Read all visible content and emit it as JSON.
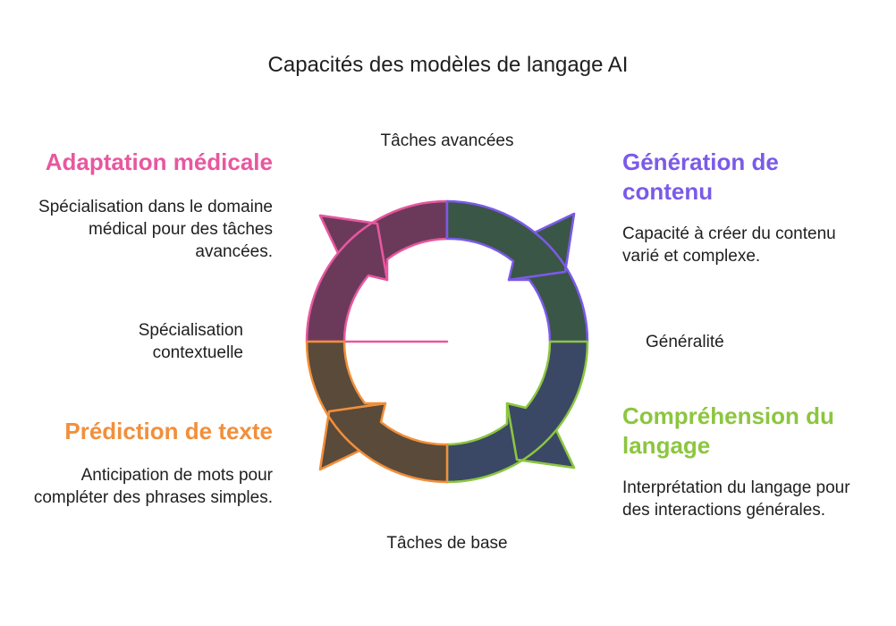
{
  "title": "Capacités des modèles de langage AI",
  "axes": {
    "top": "Tâches avancées",
    "bottom": "Tâches de base",
    "right": "Généralité",
    "left": "Spécialisation contextuelle"
  },
  "quadrants": {
    "top_left": {
      "heading": "Adaptation médicale",
      "description": "Spécialisation dans le domaine médical pour des tâches avancées.",
      "fill": "#6b3a5a",
      "stroke": "#e8579f"
    },
    "top_right": {
      "heading": "Génération de contenu",
      "description": "Capacité à créer du contenu varié et complexe.",
      "fill": "#3a5646",
      "stroke": "#7b5ae8"
    },
    "bottom_left": {
      "heading": "Prédiction de texte",
      "description": "Anticipation de mots pour compléter des phrases simples.",
      "fill": "#5a4a3a",
      "stroke": "#f18f3b"
    },
    "bottom_right": {
      "heading": "Compréhension du langage",
      "description": "Interprétation du langage pour des interactions générales.",
      "fill": "#3a4866",
      "stroke": "#8cc63f"
    }
  }
}
